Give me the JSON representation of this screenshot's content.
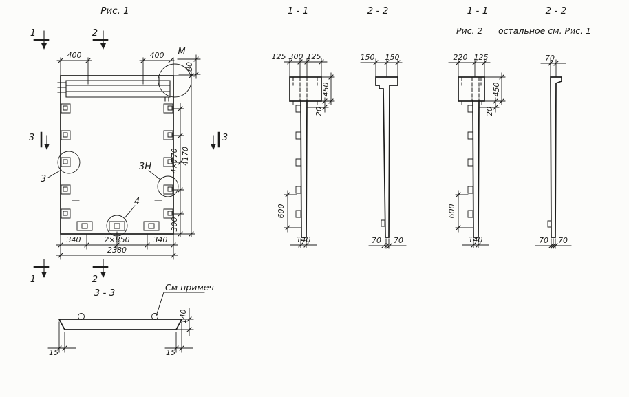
{
  "colors": {
    "ink": "#1d1d1c",
    "paper": "#fcfcfa"
  },
  "titles": {
    "fig1": "Рис. 1",
    "sec11a": "1 - 1",
    "sec22a": "2 - 2",
    "sec11b": "1 - 1",
    "sec22b": "2 - 2",
    "fig2": "Рис. 2",
    "fig2_note": "остальное см. Рис. 1",
    "sec33": "3 - 3"
  },
  "plan": {
    "dim_400_left": "400",
    "dim_400_right": "400",
    "detail_m": "М",
    "dim_80": "80",
    "dim_4x770": "4×770",
    "dim_4170": "4170",
    "dim_300": "300",
    "dim_340_left": "340",
    "dim_2x850": "2×850",
    "dim_340_right": "340",
    "dim_2380": "2380",
    "cut1_top": "1",
    "cut2_top": "2",
    "cut1_bottom": "1",
    "cut2_bottom": "2",
    "cut3_left": "3",
    "cut3_right": "3",
    "detail_3": "3",
    "detail_3n": "3Н",
    "detail_4": "4"
  },
  "sec11a": {
    "dim_125_left": "125",
    "dim_300": "300",
    "dim_125_right": "125",
    "dim_450": "450",
    "dim_20": "20",
    "dim_600": "600",
    "dim_140": "140"
  },
  "sec22a": {
    "dim_150_left": "150",
    "dim_150_right": "150",
    "dim_70_left": "70",
    "dim_70_right": "70"
  },
  "sec11b": {
    "dim_220": "220",
    "dim_125": "125",
    "dim_450": "450",
    "dim_20": "20",
    "dim_600": "600",
    "dim_140": "140"
  },
  "sec22b": {
    "dim_70_top": "70",
    "dim_70_left": "70",
    "dim_70_right": "70"
  },
  "sec33": {
    "note": "См примеч",
    "dim_140": "140",
    "dim_15_left": "15",
    "dim_15_right": "15"
  }
}
